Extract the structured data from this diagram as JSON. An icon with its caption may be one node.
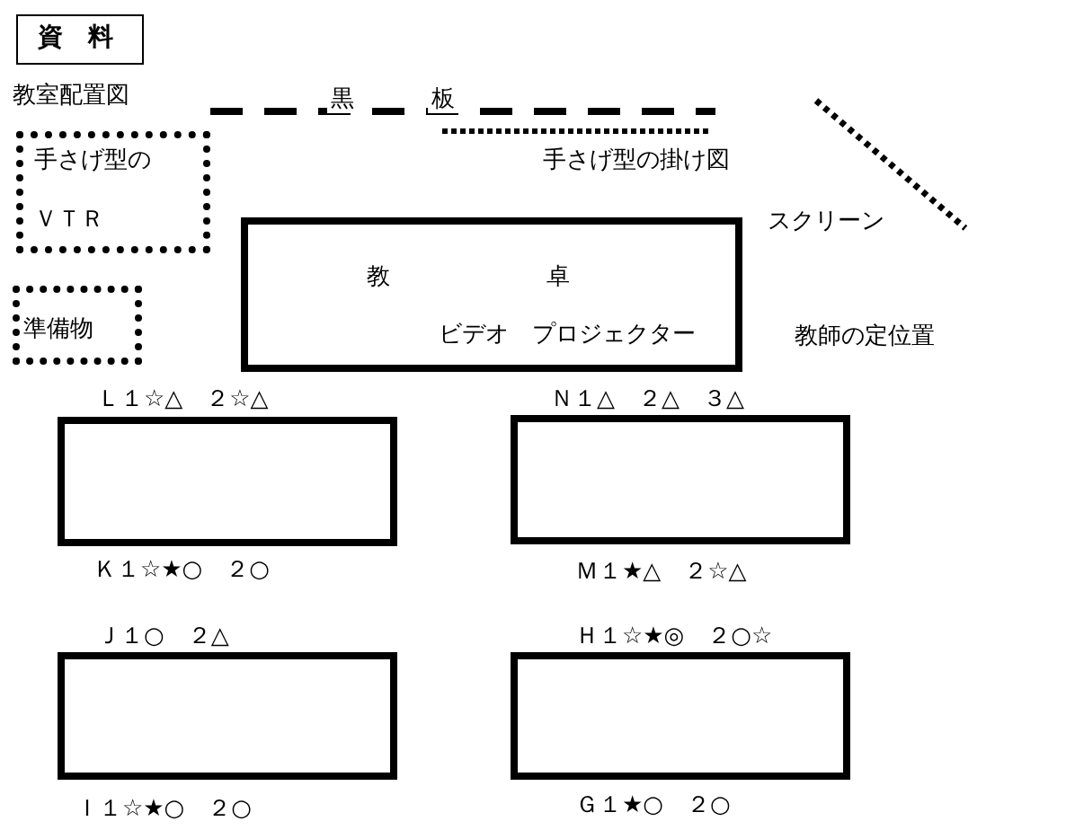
{
  "diagram": {
    "nodes": [
      {
        "text": [
          "資　料"
        ]
      },
      {
        "text": [
          "手さげ型の",
          "ＶＴＲ"
        ]
      },
      {
        "text": [
          "準備物"
        ]
      },
      {
        "text": [
          "教",
          "卓",
          "ビデオ　プロジェクター"
        ]
      },
      {
        "text": [],
        "shape": "box",
        "beside": [
          "Ｌ１☆△　２☆△",
          "Ｋ１☆★○　２○"
        ]
      },
      {
        "text": [],
        "shape": "box",
        "beside": [
          "Ｎ１△　２△　３△",
          "Ｍ１★△　２☆△"
        ]
      },
      {
        "text": [],
        "shape": "box",
        "beside": [
          "Ｊ１○　２△",
          "Ｉ１☆★○　２○"
        ]
      },
      {
        "text": [],
        "shape": "box",
        "beside": [
          "Ｈ１☆★◎　２○☆",
          "Ｇ１★○　２○"
        ]
      }
    ],
    "labels": [
      "教室配置図",
      "黒",
      "板",
      "手さげ型の掛け図",
      "スクリーン",
      "教師の定位置"
    ]
  }
}
